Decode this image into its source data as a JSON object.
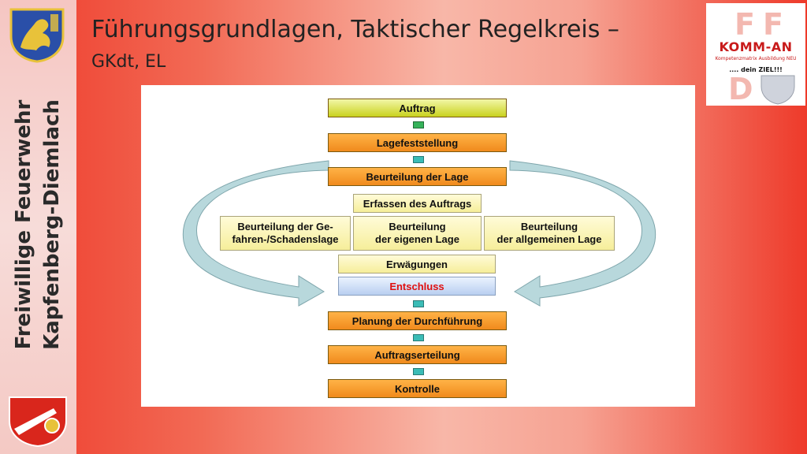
{
  "slide": {
    "title": "Führungsgrundlagen, Taktischer Regelkreis –",
    "subtitle": "GKdt, EL"
  },
  "sidebar": {
    "line1": "Freiwillige Feuerwehr",
    "line2": "Kapfenberg-Diemlach"
  },
  "komm_logo": {
    "title": "KOMM-AN",
    "subtitle": "Kompetenzmatrix Ausbildung NEU",
    "tagline": ".... dein ZIEL!!!"
  },
  "diagram": {
    "auftrag": "Auftrag",
    "lagefeststellung": "Lagefeststellung",
    "beurteilung_lage": "Beurteilung der Lage",
    "erfassen": "Erfassen des Auftrags",
    "left_1": "Beurteilung der Ge-",
    "left_2": "fahren-/Schadenslage",
    "mid_1": "Beurteilung",
    "mid_2": "der eigenen Lage",
    "right_1": "Beurteilung",
    "right_2": "der allgemeinen Lage",
    "erwaegungen": "Erwägungen",
    "entschluss": "Entschluss",
    "planung": "Planung der Durchführung",
    "auftragserteilung": "Auftragserteilung",
    "kontrolle": "Kontrolle"
  },
  "colors": {
    "accent_red": "#e01010",
    "orange": "#f08a1c",
    "yellow": "#c9d21e",
    "teal": "#3bbcb6",
    "arrow": "#a9cfd4"
  }
}
